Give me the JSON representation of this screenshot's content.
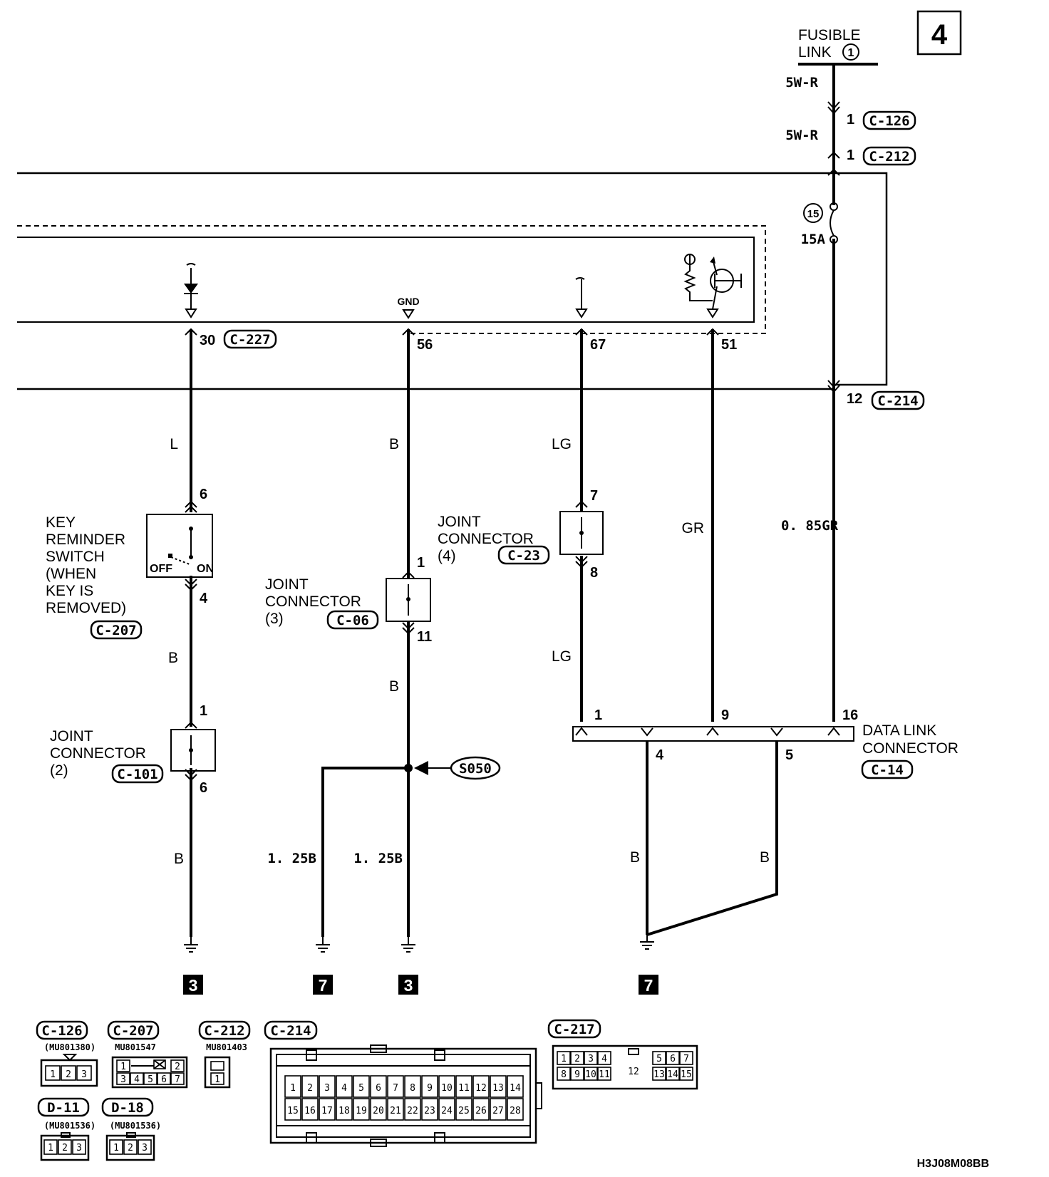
{
  "page_number": "4",
  "fusible_link": {
    "line1": "FUSIBLE",
    "line2": "LINK",
    "num": "1"
  },
  "supply": {
    "wire1": "5W-R",
    "c126_pin": "1",
    "c126": "C-126",
    "wire2": "5W-R",
    "c212_pin": "1",
    "c212": "C-212",
    "fuse_num": "15",
    "fuse_rating": "15A",
    "c214_pin": "12",
    "c214": "C-214",
    "wire3": "0. 85GR",
    "dlc_pin": "16"
  },
  "ecu": {
    "gnd_label": "GND",
    "pins": [
      "30",
      "56",
      "67",
      "51"
    ],
    "connector": "C-227"
  },
  "wires": {
    "col1_top": "L",
    "col1_mid": "B",
    "col1_bot": "B",
    "col2_top": "B",
    "col2_mid": "B",
    "col2_left": "1. 25B",
    "col2_right": "1. 25B",
    "col3_top": "LG",
    "col3_bot": "LG",
    "col4": "GR",
    "dlc_left": "B",
    "dlc_right": "B"
  },
  "key_switch": {
    "lines": [
      "KEY",
      "REMINDER",
      "SWITCH",
      "(WHEN",
      "KEY IS",
      "REMOVED)"
    ],
    "connector": "C-207",
    "pin_top": "6",
    "pin_bot": "4",
    "off": "OFF",
    "on": "ON"
  },
  "joint2": {
    "lines": [
      "JOINT",
      "CONNECTOR",
      "(2)"
    ],
    "connector": "C-101",
    "pin_top": "1",
    "pin_bot": "6"
  },
  "joint3": {
    "lines": [
      "JOINT",
      "CONNECTOR",
      "(3)"
    ],
    "connector": "C-06",
    "pin_top": "1",
    "pin_bot": "11"
  },
  "joint4": {
    "lines": [
      "JOINT",
      "CONNECTOR",
      "(4)"
    ],
    "connector": "C-23",
    "pin_top": "7",
    "pin_bot": "8"
  },
  "splice": "S050",
  "dlc": {
    "lines": [
      "DATA LINK",
      "CONNECTOR"
    ],
    "connector": "C-14",
    "pins": [
      "1",
      "9",
      "16",
      "4",
      "5"
    ]
  },
  "grounds": [
    "3",
    "7",
    "3",
    "7"
  ],
  "connector_views": {
    "c126": {
      "name": "C-126",
      "part": "(MU801380)",
      "cells": [
        "1",
        "2",
        "3"
      ]
    },
    "c207": {
      "name": "C-207",
      "part": "MU801547",
      "cells": [
        "1",
        "2",
        "3",
        "4",
        "5",
        "6",
        "7"
      ]
    },
    "c212": {
      "name": "C-212",
      "part": "MU801403",
      "cells": [
        "1"
      ]
    },
    "c214": {
      "name": "C-214",
      "cells": [
        "1",
        "2",
        "3",
        "4",
        "5",
        "6",
        "7",
        "8",
        "9",
        "10",
        "11",
        "12",
        "13",
        "14",
        "15",
        "16",
        "17",
        "18",
        "19",
        "20",
        "21",
        "22",
        "23",
        "24",
        "25",
        "26",
        "27",
        "28"
      ]
    },
    "c217": {
      "name": "C-217",
      "cells": [
        "1",
        "2",
        "3",
        "4",
        "5",
        "6",
        "7",
        "8",
        "9",
        "10",
        "11",
        "12",
        "13",
        "14",
        "15"
      ]
    },
    "d11": {
      "name": "D-11",
      "part": "(MU801536)",
      "cells": [
        "1",
        "2",
        "3"
      ]
    },
    "d18": {
      "name": "D-18",
      "part": "(MU801536)",
      "cells": [
        "1",
        "2",
        "3"
      ]
    }
  },
  "diagram_code": "H3J08M08BB"
}
